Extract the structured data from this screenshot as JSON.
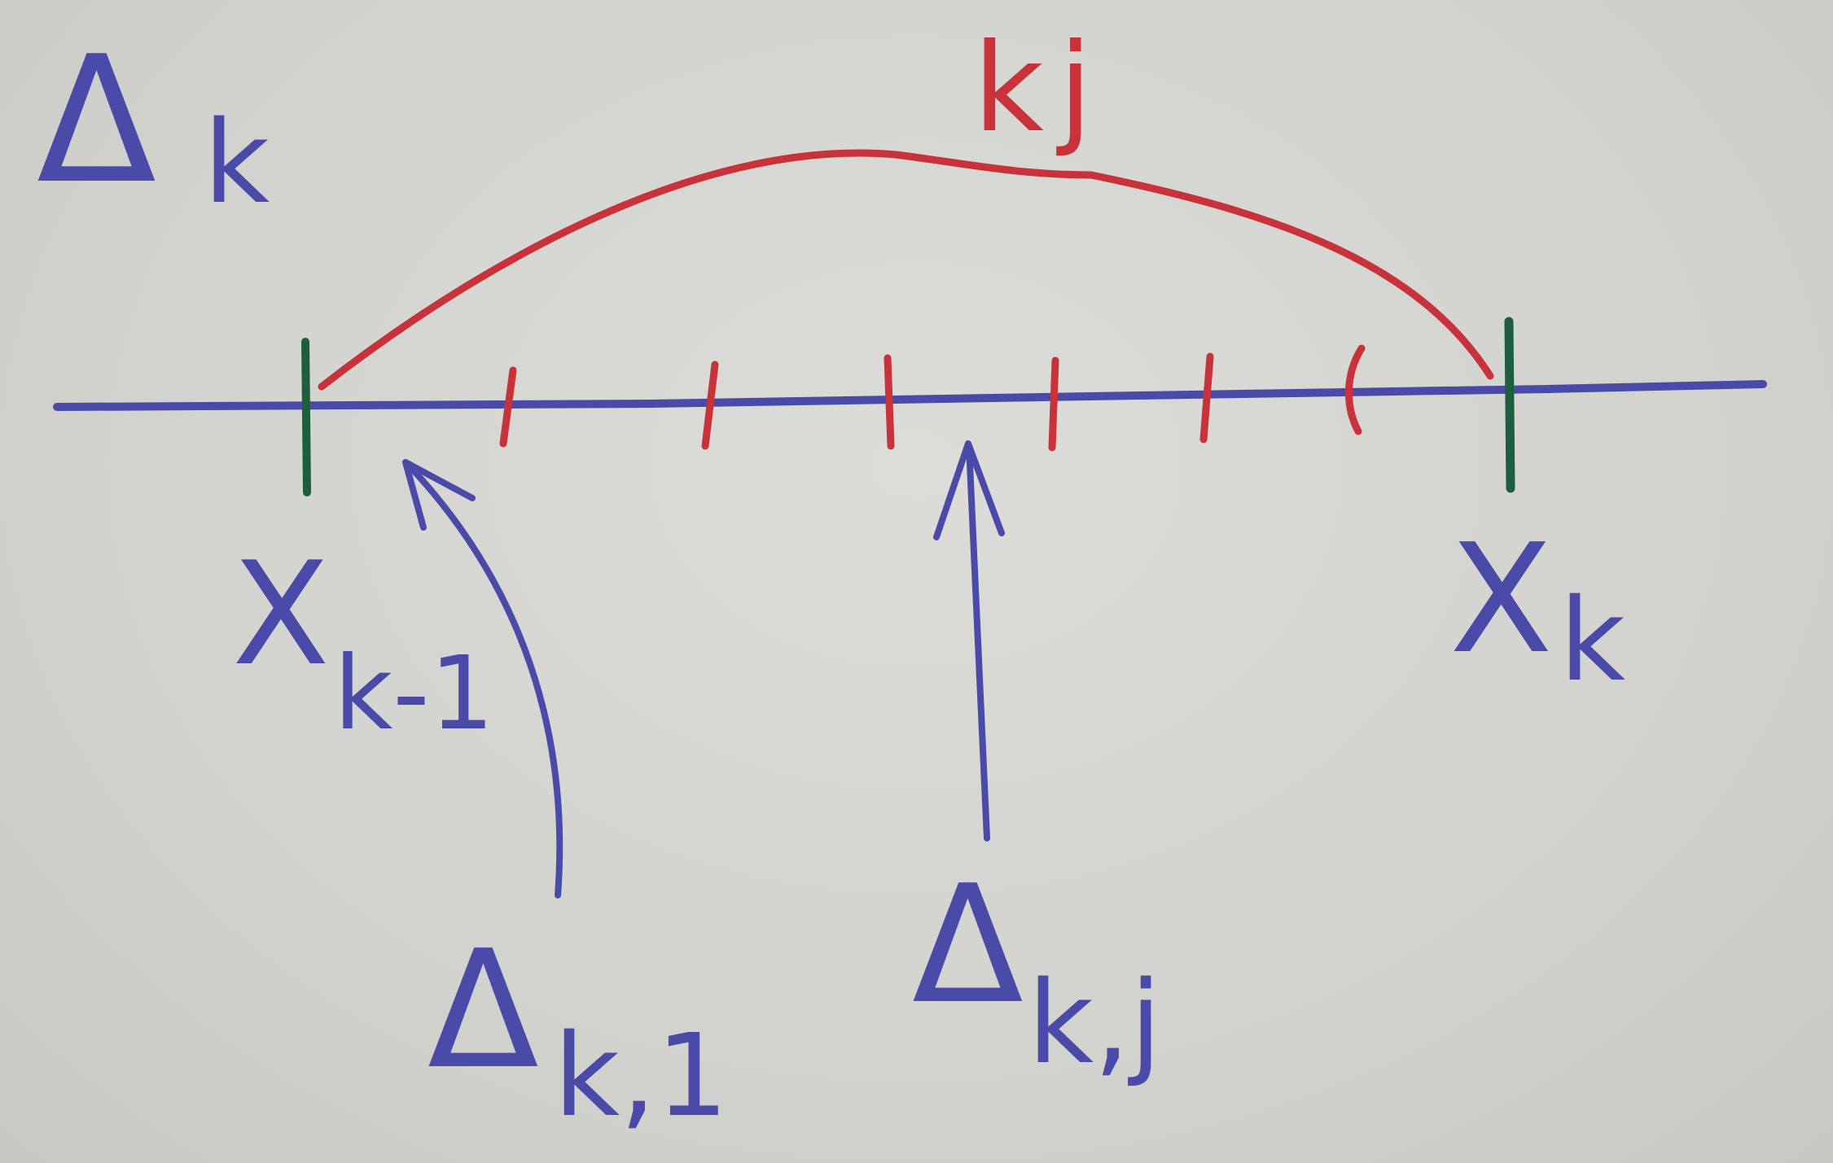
{
  "labels": {
    "interval": {
      "base": "Δ",
      "sub": "k"
    },
    "arc": "kj",
    "left_end": {
      "base": "X",
      "sub": "k-1"
    },
    "right_end": {
      "base": "X",
      "sub": "k"
    },
    "first_sub": {
      "base": "Δ",
      "sub": "k,1"
    },
    "jth_sub": {
      "base": "Δ",
      "sub": "k,j"
    }
  },
  "subinterval_ticks": 6,
  "colors": {
    "axis": "#4a4aa8",
    "arc_and_ticks": "#c8323a",
    "endpoints": "#1f5e3c",
    "labels": "#4a4aa8",
    "paper": "#d6d6d2"
  }
}
